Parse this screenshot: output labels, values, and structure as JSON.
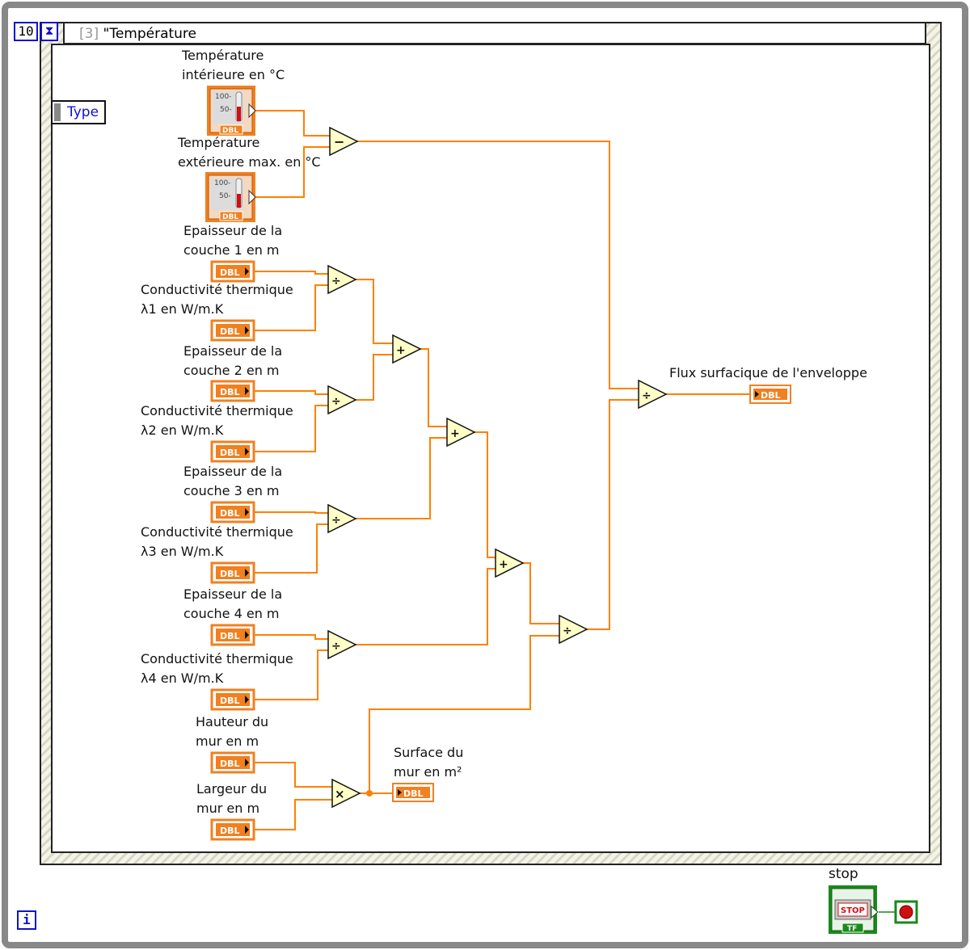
{
  "loop": {
    "count": "10",
    "iteration_icon": "i"
  },
  "case": {
    "index": "[3]",
    "name": "\"Température"
  },
  "type_tag": "Type",
  "controls": [
    {
      "id": "t-int",
      "line1": "Température",
      "line2": "intérieure en °C",
      "kind": "thermometer",
      "tag": "DBL",
      "ticks": [
        "100-",
        "50-"
      ]
    },
    {
      "id": "t-ext",
      "line1": "Température",
      "line2": "extérieure max. en °C",
      "kind": "thermometer",
      "tag": "DBL",
      "ticks": [
        "100-",
        "50-"
      ]
    },
    {
      "id": "e1",
      "line1": "Epaisseur de la",
      "line2": "couche 1 en m",
      "kind": "dbl",
      "tag": "DBL"
    },
    {
      "id": "l1",
      "line1": "Conductivité thermique",
      "line2": "λ1 en W/m.K",
      "kind": "dbl",
      "tag": "DBL"
    },
    {
      "id": "e2",
      "line1": "Epaisseur de la",
      "line2": "couche 2 en m",
      "kind": "dbl",
      "tag": "DBL"
    },
    {
      "id": "l2",
      "line1": "Conductivité thermique",
      "line2": "λ2 en W/m.K",
      "kind": "dbl",
      "tag": "DBL"
    },
    {
      "id": "e3",
      "line1": "Epaisseur de la",
      "line2": "couche 3 en m",
      "kind": "dbl",
      "tag": "DBL"
    },
    {
      "id": "l3",
      "line1": "Conductivité thermique",
      "line2": "λ3 en W/m.K",
      "kind": "dbl",
      "tag": "DBL"
    },
    {
      "id": "e4",
      "line1": "Epaisseur de la",
      "line2": "couche 4 en m",
      "kind": "dbl",
      "tag": "DBL"
    },
    {
      "id": "l4",
      "line1": "Conductivité thermique",
      "line2": "λ4 en W/m.K",
      "kind": "dbl",
      "tag": "DBL"
    },
    {
      "id": "h",
      "line1": "Hauteur du",
      "line2": "mur en m",
      "kind": "dbl",
      "tag": "DBL"
    },
    {
      "id": "w",
      "line1": "Largeur du",
      "line2": "mur en m",
      "kind": "dbl",
      "tag": "DBL"
    }
  ],
  "operators": {
    "sub": "−",
    "div1": "÷",
    "div2": "÷",
    "div3": "÷",
    "div4": "÷",
    "add1": "+",
    "add2": "+",
    "add3": "+",
    "div5": "÷",
    "div6": "÷",
    "mul": "×"
  },
  "indicators": [
    {
      "id": "flux",
      "line1": "Flux surfacique de l'enveloppe",
      "tag": "DBL"
    },
    {
      "id": "surf",
      "line1": "Surface du",
      "line2": "mur en m²",
      "tag": "DBL"
    }
  ],
  "stop": {
    "label": "stop",
    "button_text": "STOP",
    "tag": "TF"
  },
  "colors": {
    "wire_orange": "#ff8000",
    "terminal_orange": "#f08020",
    "loop_border": "#888888",
    "case_stripe": "#d8d8c0",
    "node_fill": "#ffffc8",
    "accent_blue": "#1010d0",
    "bool_green": "#1a8a1a",
    "stop_red": "#d01010"
  }
}
